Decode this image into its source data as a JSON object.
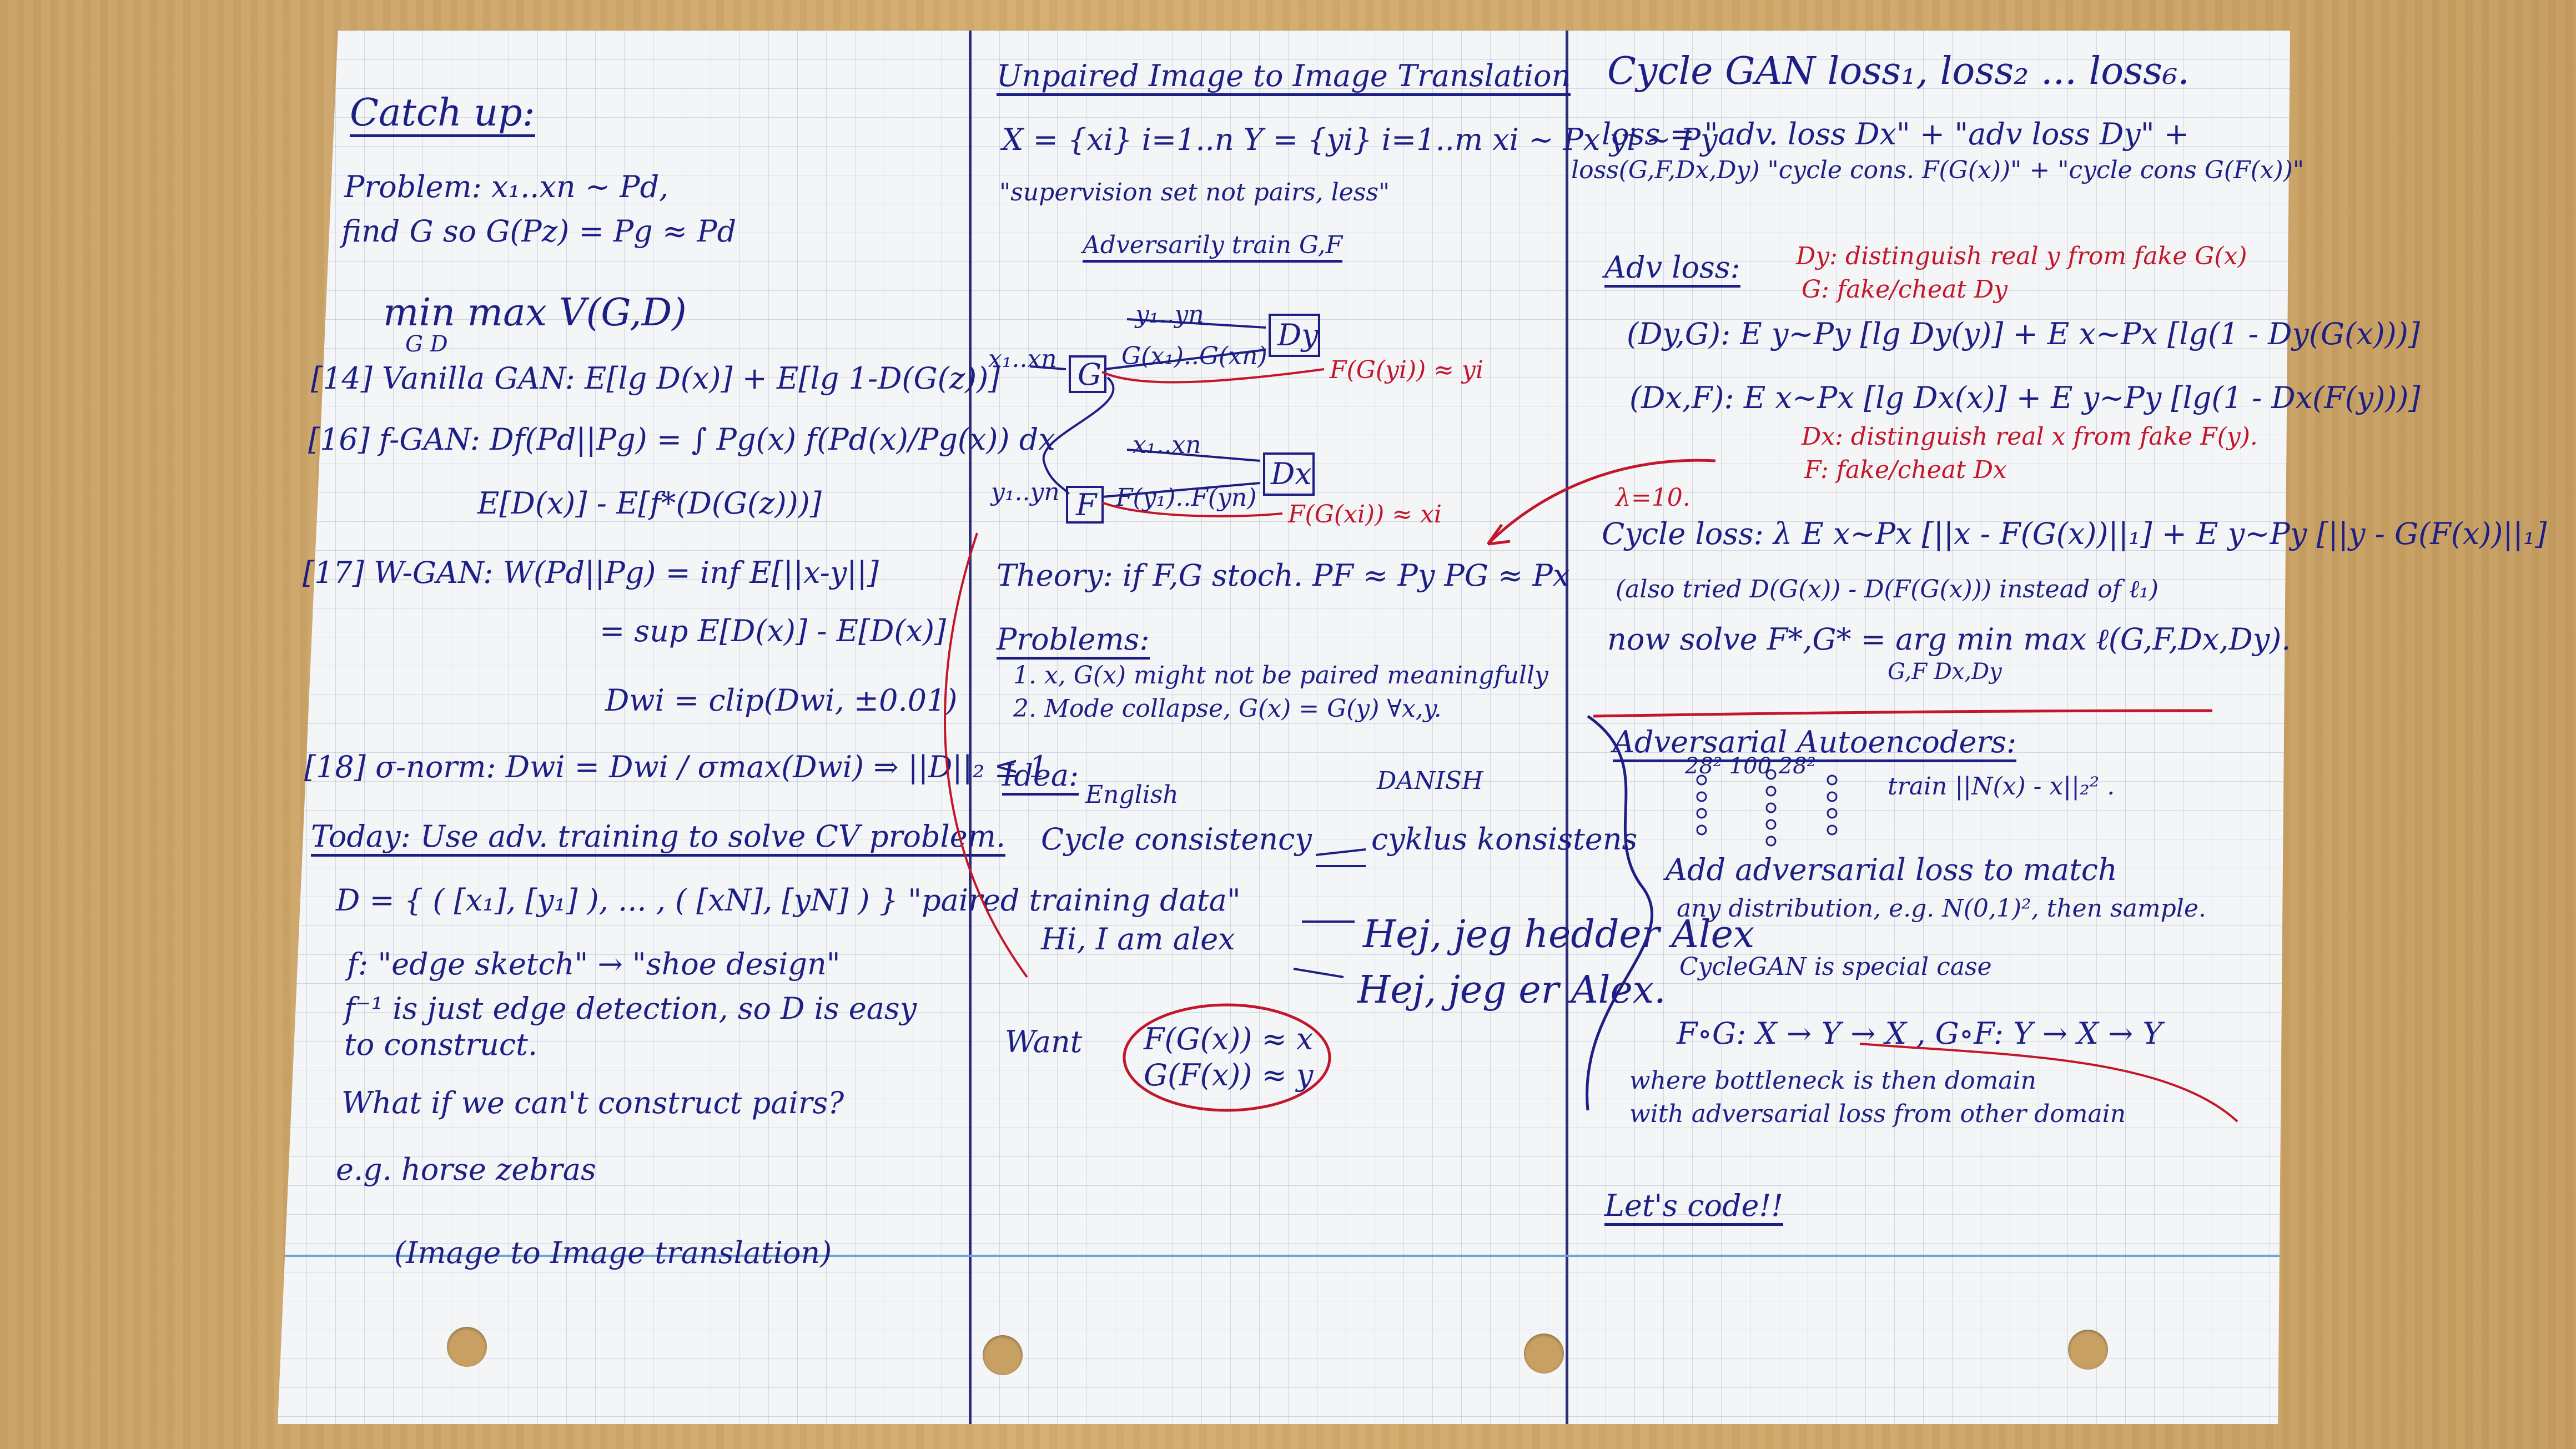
{
  "left": {
    "title": "Catch up:",
    "problem_line1": "Problem: x₁..xn ~ Pd,",
    "problem_line2": "find G so G(Pz) = Pg ≈ Pd",
    "minmax": "min max V(G,D)",
    "minmax_sub": "G      D",
    "vanilla": "[14] Vanilla GAN:  E[lg D(x)] + E[lg 1-D(G(z))]",
    "fgan_1": "[16] f-GAN: Df(Pd||Pg) = ∫ Pg(x) f(Pd(x)/Pg(x)) dx",
    "fgan_2": "E[D(x)] - E[f*(D(G(z)))]",
    "wgan_1": "[17] W-GAN:  W(Pd||Pg) = inf E[||x-y||]",
    "wgan_2": "= sup E[D(x)] - E[D(x)]",
    "wgan_3": "Dwi = clip(Dwi, ±0.01)",
    "snorm": "[18] σ-norm:   Dwi = Dwi / σmax(Dwi)  ⇒ ||D||₂ ≤ 1",
    "today": "Today: Use adv. training to solve CV problem.",
    "dataset": "D = { ( [x₁], [y₁] ), ... , ( [xN], [yN] ) }   \"paired training data\"",
    "f_line": "f: \"edge sketch\" → \"shoe design\"",
    "finv_1": "f⁻¹ is just edge detection, so D is easy",
    "finv_2": "to construct.",
    "whatif": "What if we can't construct pairs?",
    "eg": "e.g. horse    zebras",
    "i2i": "(Image to Image translation)"
  },
  "middle": {
    "title": "Unpaired Image to Image Translation",
    "sets": "X = {xi} i=1..n    Y = {yi} i=1..m    xi ~ Px    yi ~ Py",
    "supervision": "\"supervision set not pairs, less\"",
    "adv_train": "Adversarily train  G,F",
    "diagram": {
      "y_row": "y₁..yn",
      "gx_row": "G(x₁)..G(xn)",
      "dy": "Dy",
      "x_in": "x₁..xn",
      "g": "G",
      "out_top": "F(G(yi)) ≈ yi",
      "x_row": "x₁..xn",
      "fy_row": "F(y₁)..F(yn)",
      "dx": "Dx",
      "y_in": "y₁..yn",
      "f": "F",
      "out_bottom": "F(G(xi)) ≈ xi"
    },
    "theory": "Theory: if F,G stoch.  PF ≈ Py   PG ≈ Px",
    "problems": "Problems:",
    "problem_1": "1. x, G(x) might not be paired meaningfully",
    "problem_2": "2. Mode collapse,  G(x) = G(y)  ∀x,y.",
    "idea": "Idea:",
    "english": "English",
    "danish": "DANISH",
    "cycle_en": "Cycle consistency",
    "cycle_da": "cyklus konsistens",
    "hi": "Hi, I am alex",
    "hej1": "Hej, jeg hedder Alex",
    "hej2": "Hej, jeg er Alex.",
    "want": "Want",
    "want_1": "F(G(x)) ≈ x",
    "want_2": "G(F(x)) ≈ y"
  },
  "right": {
    "title": "Cycle GAN  loss₁, loss₂ ... loss₆.",
    "loss_line1": "loss = \"adv. loss Dx\" + \"adv loss Dy\" +",
    "loss_line2": "loss(G,F,Dx,Dy) \"cycle cons. F(G(x))\" + \"cycle cons G(F(x))\"",
    "adv_heading": "Adv loss:",
    "dy_note": "Dy: distinguish real y from fake G(x)",
    "g_note": "G: fake/cheat Dy",
    "dy_eq": "(Dy,G):  E y~Py [lg Dy(y)] + E x~Px [lg(1 - Dy(G(x)))]",
    "dx_eq": "(Dx,F):  E x~Px [lg Dx(x)] + E y~Py [lg(1 - Dx(F(y)))]",
    "dx_note": "Dx: distinguish real x from fake F(y).",
    "f_note": "F: fake/cheat Dx",
    "lambda": "λ=10.",
    "cycle_loss": "Cycle loss: λ E x~Px [||x - F(G(x))||₁] + E y~Py [||y - G(F(x))||₁]",
    "also_tried": "(also tried  D(G(x)) - D(F(G(x)))  instead of ℓ₁)",
    "now_solve": "now solve  F*,G* = arg min max ℓ(G,F,Dx,Dy).",
    "now_solve_sub": "G,F   Dx,Dy",
    "ae_title": "Adversarial Autoencoders:",
    "ae_dims": "28²    100    28²",
    "ae_train": "train ||N(x) - x||₂² .",
    "ae_add": "Add adversarial loss to match",
    "ae_dist": "any distribution, e.g. N(0,1)², then sample.",
    "cyclegan_special": "CycleGAN is special case",
    "fog": "F∘G: X → Y → X ,     G∘F: Y → X → Y",
    "bottleneck_1": "where bottleneck is then domain",
    "bottleneck_2": "with adversarial loss from other domain",
    "lets_code": "Let's code!!"
  },
  "colors": {
    "ink_blue": "#1d1f85",
    "ink_red": "#c2162a",
    "paper": "#f4f5f7",
    "table": "#cfa86a"
  }
}
